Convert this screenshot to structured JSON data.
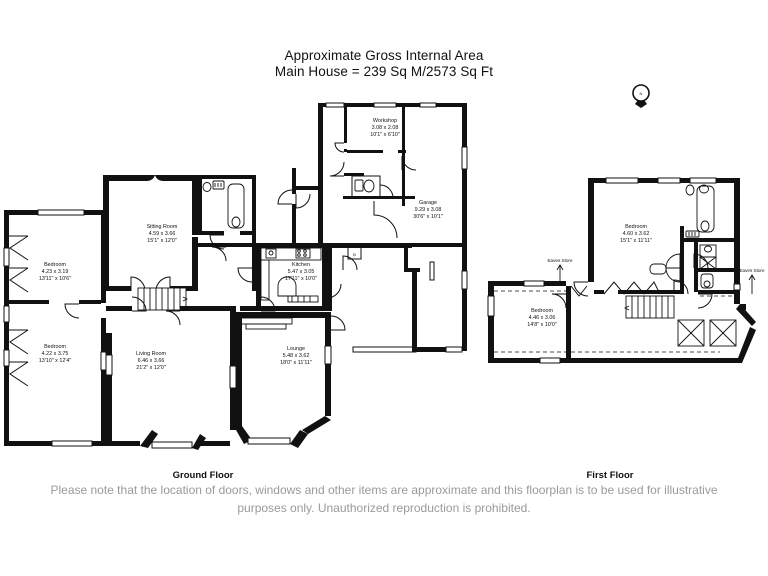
{
  "header": {
    "line1": "Approximate Gross Internal Area",
    "line2": "Main House = 239 Sq M/2573 Sq Ft"
  },
  "compass": {
    "label": "N",
    "name": "north-arrow"
  },
  "floors": [
    {
      "id": "ground",
      "caption": "Ground Floor"
    },
    {
      "id": "first",
      "caption": "First Floor"
    }
  ],
  "ground_floor": {
    "rooms": [
      {
        "name": "Workshop",
        "metric": "3.08 x 2.08",
        "imperial": "10'1\" x 6'10\""
      },
      {
        "name": "Garage",
        "metric": "9.29 x 3.08",
        "imperial": "30'6\" x 10'1\""
      },
      {
        "name": "Sitting Room",
        "metric": "4.59 x 3.66",
        "imperial": "15'1\" x 12'0\""
      },
      {
        "name": "Bedroom",
        "metric": "4.23 x 3.19",
        "imperial": "13'11\" x 10'6\""
      },
      {
        "name": "Bedroom",
        "metric": "4.22 x 3.75",
        "imperial": "13'10\" x 12'4\""
      },
      {
        "name": "Living Room",
        "metric": "6.46 x 3.66",
        "imperial": "21'2\" x 12'0\""
      },
      {
        "name": "Kitchen",
        "metric": "5.47 x 3.05",
        "imperial": "17'11\" x 10'0\""
      },
      {
        "name": "Lounge",
        "metric": "5.48 x 3.62",
        "imperial": "18'0\" x 11'11\""
      }
    ],
    "markers": [
      {
        "label": "B"
      }
    ]
  },
  "first_floor": {
    "rooms": [
      {
        "name": "Bedroom",
        "metric": "4.60 x 3.62",
        "imperial": "15'1\" x 11'11\""
      },
      {
        "name": "Bedroom",
        "metric": "4.46 x 3.06",
        "imperial": "14'8\" x 10'0\""
      }
    ],
    "annotations": [
      {
        "label": "Eaves Store"
      },
      {
        "label": "Eaves Store"
      }
    ]
  },
  "footer": {
    "line1": "Please note that the location of doors, windows and other items are approximate and this floorplan is to be used for illustrative",
    "line2": "purposes only. Unauthorized reproduction is prohibited."
  },
  "colors": {
    "ink": "#111111",
    "paper": "#ffffff",
    "muted": "#9a9a9a"
  }
}
